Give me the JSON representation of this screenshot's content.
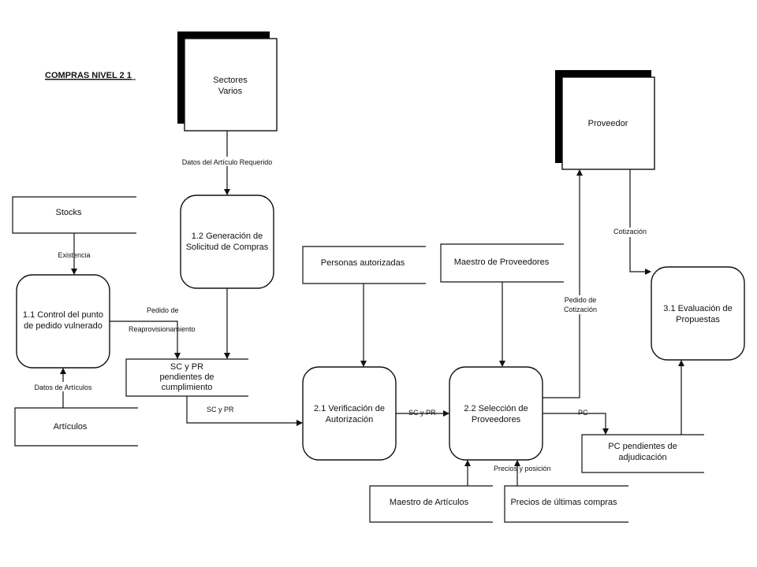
{
  "title": "COMPRAS NIVEL 2  1",
  "entities": {
    "sectores": [
      "Sectores",
      "Varios"
    ],
    "proveedor": [
      "Proveedor"
    ]
  },
  "processes": {
    "p11": [
      "1.1 Control del punto",
      "de pedido vulnerado"
    ],
    "p12": [
      "1.2 Generación de",
      "Solicitud de Compras"
    ],
    "p21": [
      "2.1 Verificación de",
      "Autorización"
    ],
    "p22": [
      "2.2 Selección de",
      "Proveedores"
    ],
    "p31": [
      "3.1 Evaluación de",
      "Propuestas"
    ]
  },
  "stores": {
    "stocks": [
      "Stocks"
    ],
    "sc_pr": [
      "SC y PR",
      "pendientes de",
      "cumplimiento"
    ],
    "personas": [
      "Personas autorizadas"
    ],
    "maestro_prov": [
      "Maestro de Proveedores"
    ],
    "articulos": [
      "Artículos"
    ],
    "maestro_art": [
      "Maestro de Artículos"
    ],
    "precios": [
      "Precios de últimas compras"
    ],
    "pc_pend": [
      "PC pendientes de",
      "adjudicación"
    ]
  },
  "flows": {
    "datos_articulo_req": "Datos del Artículo Requerido",
    "existencia": "Existencia",
    "pedido_de": "Pedido de",
    "reaprov": "Reaprovisionamiento",
    "datos_articulos": "Datos de Artículos",
    "sc_pr_1": "SC y PR",
    "sc_pr_2": "SC y PR",
    "pedido_cotizacion": [
      "Pedido de",
      "Cotización"
    ],
    "cotizacion": "Cotización",
    "pc": "PC",
    "precios_posicion": "Precios y posición"
  }
}
